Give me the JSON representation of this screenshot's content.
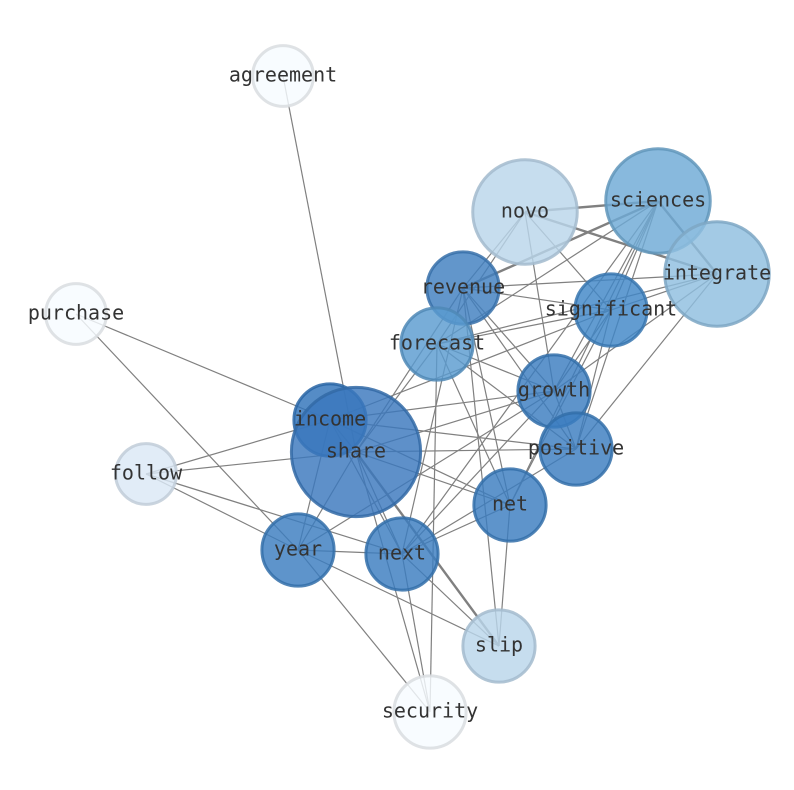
{
  "chart_data": {
    "type": "network",
    "nodes": [
      {
        "id": "agreement",
        "label": "agreement",
        "size": 0.32,
        "color": "#f7fbff"
      },
      {
        "id": "novo",
        "label": "novo",
        "size": 0.55,
        "color": "#b9d5ea"
      },
      {
        "id": "sciences",
        "label": "sciences",
        "size": 0.55,
        "color": "#6eaad5"
      },
      {
        "id": "integrate",
        "label": "integrate",
        "size": 0.55,
        "color": "#8fbedf"
      },
      {
        "id": "revenue",
        "label": "revenue",
        "size": 0.38,
        "color": "#3f7fc0"
      },
      {
        "id": "significant",
        "label": "significant",
        "size": 0.38,
        "color": "#3f86c7"
      },
      {
        "id": "forecast",
        "label": "forecast",
        "size": 0.38,
        "color": "#5a9bcf"
      },
      {
        "id": "purchase",
        "label": "purchase",
        "size": 0.32,
        "color": "#f7fbff"
      },
      {
        "id": "growth",
        "label": "growth",
        "size": 0.38,
        "color": "#3a7dc0"
      },
      {
        "id": "income",
        "label": "income",
        "size": 0.38,
        "color": "#2f73ba"
      },
      {
        "id": "share",
        "label": "share",
        "size": 0.68,
        "color": "#3a78bd"
      },
      {
        "id": "positive",
        "label": "positive",
        "size": 0.38,
        "color": "#3a7dc0"
      },
      {
        "id": "follow",
        "label": "follow",
        "size": 0.32,
        "color": "#dbe8f5"
      },
      {
        "id": "net",
        "label": "net",
        "size": 0.38,
        "color": "#3a7dc0"
      },
      {
        "id": "year",
        "label": "year",
        "size": 0.38,
        "color": "#3a7dc0"
      },
      {
        "id": "next",
        "label": "next",
        "size": 0.38,
        "color": "#3a7dc0"
      },
      {
        "id": "slip",
        "label": "slip",
        "size": 0.38,
        "color": "#b9d5ea"
      },
      {
        "id": "security",
        "label": "security",
        "size": 0.38,
        "color": "#f7fbff"
      }
    ],
    "edges": [
      [
        "agreement",
        "share",
        1
      ],
      [
        "purchase",
        "income",
        1
      ],
      [
        "purchase",
        "year",
        1
      ],
      [
        "novo",
        "sciences",
        2
      ],
      [
        "novo",
        "integrate",
        2
      ],
      [
        "novo",
        "revenue",
        1
      ],
      [
        "novo",
        "significant",
        1
      ],
      [
        "novo",
        "forecast",
        1
      ],
      [
        "novo",
        "growth",
        1
      ],
      [
        "sciences",
        "integrate",
        2
      ],
      [
        "sciences",
        "revenue",
        2
      ],
      [
        "sciences",
        "significant",
        1
      ],
      [
        "sciences",
        "forecast",
        1
      ],
      [
        "sciences",
        "growth",
        1
      ],
      [
        "sciences",
        "positive",
        1
      ],
      [
        "sciences",
        "net",
        1
      ],
      [
        "sciences",
        "next",
        1
      ],
      [
        "integrate",
        "revenue",
        1
      ],
      [
        "integrate",
        "forecast",
        1
      ],
      [
        "integrate",
        "significant",
        1
      ],
      [
        "integrate",
        "growth",
        1
      ],
      [
        "integrate",
        "positive",
        1
      ],
      [
        "revenue",
        "significant",
        1
      ],
      [
        "revenue",
        "growth",
        1
      ],
      [
        "revenue",
        "positive",
        1
      ],
      [
        "revenue",
        "net",
        1
      ],
      [
        "revenue",
        "share",
        1
      ],
      [
        "revenue",
        "next",
        1
      ],
      [
        "revenue",
        "slip",
        1
      ],
      [
        "significant",
        "forecast",
        1
      ],
      [
        "significant",
        "growth",
        1
      ],
      [
        "significant",
        "positive",
        1
      ],
      [
        "significant",
        "net",
        1
      ],
      [
        "significant",
        "income",
        1
      ],
      [
        "forecast",
        "growth",
        1
      ],
      [
        "forecast",
        "net",
        1
      ],
      [
        "forecast",
        "share",
        1
      ],
      [
        "forecast",
        "positive",
        1
      ],
      [
        "forecast",
        "security",
        1
      ],
      [
        "growth",
        "share",
        1
      ],
      [
        "growth",
        "income",
        1
      ],
      [
        "growth",
        "positive",
        1
      ],
      [
        "growth",
        "next",
        1
      ],
      [
        "growth",
        "year",
        1
      ],
      [
        "income",
        "share",
        1
      ],
      [
        "income",
        "follow",
        1
      ],
      [
        "income",
        "positive",
        1
      ],
      [
        "income",
        "net",
        1
      ],
      [
        "income",
        "next",
        1
      ],
      [
        "income",
        "year",
        1
      ],
      [
        "share",
        "follow",
        1
      ],
      [
        "share",
        "positive",
        1
      ],
      [
        "share",
        "net",
        1
      ],
      [
        "share",
        "year",
        1
      ],
      [
        "share",
        "next",
        1
      ],
      [
        "share",
        "slip",
        2
      ],
      [
        "share",
        "security",
        1
      ],
      [
        "follow",
        "next",
        1
      ],
      [
        "follow",
        "year",
        1
      ],
      [
        "positive",
        "next",
        1
      ],
      [
        "net",
        "slip",
        1
      ],
      [
        "net",
        "next",
        1
      ],
      [
        "year",
        "next",
        1
      ],
      [
        "year",
        "slip",
        1
      ],
      [
        "year",
        "security",
        1
      ],
      [
        "next",
        "slip",
        1
      ],
      [
        "next",
        "security",
        1
      ]
    ]
  }
}
